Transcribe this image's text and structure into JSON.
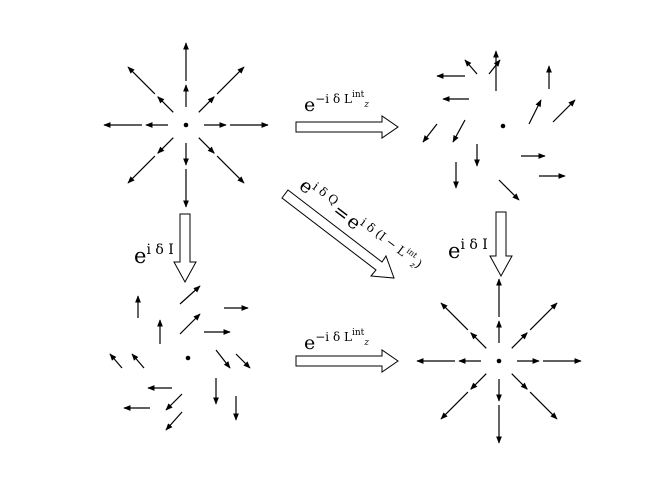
{
  "diagram": {
    "operators": {
      "top": {
        "base": "e",
        "exponent": "−i δ L",
        "superscript": "int",
        "subscript": "z"
      },
      "bottom": {
        "base": "e",
        "exponent": "−i δ L",
        "superscript": "int",
        "subscript": "z"
      },
      "left": {
        "base": "e",
        "exponent": "i δ I"
      },
      "right": {
        "base": "e",
        "exponent": "i δ I"
      },
      "diagonal": {
        "lhs_base": "e",
        "lhs_exponent": "i δ Q",
        "equals": "=",
        "rhs_base": "e",
        "rhs_exponent_prefix": "i δ (I − L",
        "rhs_superscript": "int",
        "rhs_subscript": "z",
        "rhs_close": ")"
      }
    },
    "panels": [
      {
        "id": "top-left",
        "pattern": "radial"
      },
      {
        "id": "top-right",
        "pattern": "rotated-z"
      },
      {
        "id": "bottom-left",
        "pattern": "rotated-xy"
      },
      {
        "id": "bottom-right",
        "pattern": "radial"
      }
    ],
    "colors": {
      "ink": "#000000",
      "hollow_arrow_fill": "#ffffff"
    }
  }
}
